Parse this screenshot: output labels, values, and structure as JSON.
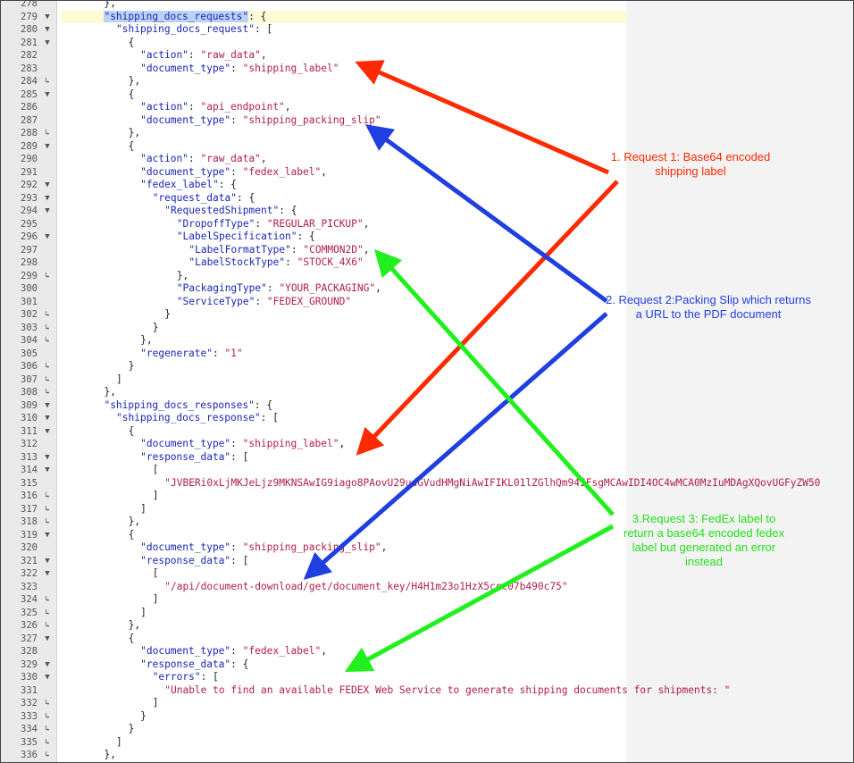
{
  "editor": {
    "active_line": 279,
    "highlighted_key": "shipping_docs_requests",
    "lines": [
      {
        "n": "278",
        "f": "",
        "indent": 7,
        "seg": [
          {
            "t": "p",
            "v": "},"
          }
        ]
      },
      {
        "n": "279",
        "f": "▼",
        "indent": 7,
        "seg": [
          {
            "t": "k",
            "v": "\"shipping_docs_requests\"",
            "sel": true
          },
          {
            "t": "p",
            "v": ": {"
          }
        ]
      },
      {
        "n": "280",
        "f": "▼",
        "indent": 9,
        "seg": [
          {
            "t": "k",
            "v": "\"shipping_docs_request\""
          },
          {
            "t": "p",
            "v": ": ["
          }
        ]
      },
      {
        "n": "281",
        "f": "▼",
        "indent": 11,
        "seg": [
          {
            "t": "p",
            "v": "{"
          }
        ]
      },
      {
        "n": "282",
        "f": "",
        "indent": 13,
        "seg": [
          {
            "t": "k",
            "v": "\"action\""
          },
          {
            "t": "p",
            "v": ": "
          },
          {
            "t": "s",
            "v": "\"raw_data\""
          },
          {
            "t": "p",
            "v": ","
          }
        ]
      },
      {
        "n": "283",
        "f": "",
        "indent": 13,
        "seg": [
          {
            "t": "k",
            "v": "\"document_type\""
          },
          {
            "t": "p",
            "v": ": "
          },
          {
            "t": "s",
            "v": "\"shipping_label\""
          }
        ]
      },
      {
        "n": "284",
        "f": "↳",
        "indent": 11,
        "seg": [
          {
            "t": "p",
            "v": "},"
          }
        ]
      },
      {
        "n": "285",
        "f": "▼",
        "indent": 11,
        "seg": [
          {
            "t": "p",
            "v": "{"
          }
        ]
      },
      {
        "n": "286",
        "f": "",
        "indent": 13,
        "seg": [
          {
            "t": "k",
            "v": "\"action\""
          },
          {
            "t": "p",
            "v": ": "
          },
          {
            "t": "s",
            "v": "\"api_endpoint\""
          },
          {
            "t": "p",
            "v": ","
          }
        ]
      },
      {
        "n": "287",
        "f": "",
        "indent": 13,
        "seg": [
          {
            "t": "k",
            "v": "\"document_type\""
          },
          {
            "t": "p",
            "v": ": "
          },
          {
            "t": "s",
            "v": "\"shipping_packing_slip\""
          }
        ]
      },
      {
        "n": "288",
        "f": "↳",
        "indent": 11,
        "seg": [
          {
            "t": "p",
            "v": "},"
          }
        ]
      },
      {
        "n": "289",
        "f": "▼",
        "indent": 11,
        "seg": [
          {
            "t": "p",
            "v": "{"
          }
        ]
      },
      {
        "n": "290",
        "f": "",
        "indent": 13,
        "seg": [
          {
            "t": "k",
            "v": "\"action\""
          },
          {
            "t": "p",
            "v": ": "
          },
          {
            "t": "s",
            "v": "\"raw_data\""
          },
          {
            "t": "p",
            "v": ","
          }
        ]
      },
      {
        "n": "291",
        "f": "",
        "indent": 13,
        "seg": [
          {
            "t": "k",
            "v": "\"document_type\""
          },
          {
            "t": "p",
            "v": ": "
          },
          {
            "t": "s",
            "v": "\"fedex_label\""
          },
          {
            "t": "p",
            "v": ","
          }
        ]
      },
      {
        "n": "292",
        "f": "▼",
        "indent": 13,
        "seg": [
          {
            "t": "k",
            "v": "\"fedex_label\""
          },
          {
            "t": "p",
            "v": ": {"
          }
        ]
      },
      {
        "n": "293",
        "f": "▼",
        "indent": 15,
        "seg": [
          {
            "t": "k",
            "v": "\"request_data\""
          },
          {
            "t": "p",
            "v": ": {"
          }
        ]
      },
      {
        "n": "294",
        "f": "▼",
        "indent": 17,
        "seg": [
          {
            "t": "k",
            "v": "\"RequestedShipment\""
          },
          {
            "t": "p",
            "v": ": {"
          }
        ]
      },
      {
        "n": "295",
        "f": "",
        "indent": 19,
        "seg": [
          {
            "t": "k",
            "v": "\"DropoffType\""
          },
          {
            "t": "p",
            "v": ": "
          },
          {
            "t": "s",
            "v": "\"REGULAR_PICKUP\""
          },
          {
            "t": "p",
            "v": ","
          }
        ]
      },
      {
        "n": "296",
        "f": "▼",
        "indent": 19,
        "seg": [
          {
            "t": "k",
            "v": "\"LabelSpecification\""
          },
          {
            "t": "p",
            "v": ": {"
          }
        ]
      },
      {
        "n": "297",
        "f": "",
        "indent": 21,
        "seg": [
          {
            "t": "k",
            "v": "\"LabelFormatType\""
          },
          {
            "t": "p",
            "v": ": "
          },
          {
            "t": "s",
            "v": "\"COMMON2D\""
          },
          {
            "t": "p",
            "v": ","
          }
        ]
      },
      {
        "n": "298",
        "f": "",
        "indent": 21,
        "seg": [
          {
            "t": "k",
            "v": "\"LabelStockType\""
          },
          {
            "t": "p",
            "v": ": "
          },
          {
            "t": "s",
            "v": "\"STOCK_4X6\""
          }
        ]
      },
      {
        "n": "299",
        "f": "↳",
        "indent": 19,
        "seg": [
          {
            "t": "p",
            "v": "},"
          }
        ]
      },
      {
        "n": "300",
        "f": "",
        "indent": 19,
        "seg": [
          {
            "t": "k",
            "v": "\"PackagingType\""
          },
          {
            "t": "p",
            "v": ": "
          },
          {
            "t": "s",
            "v": "\"YOUR_PACKAGING\""
          },
          {
            "t": "p",
            "v": ","
          }
        ]
      },
      {
        "n": "301",
        "f": "",
        "indent": 19,
        "seg": [
          {
            "t": "k",
            "v": "\"ServiceType\""
          },
          {
            "t": "p",
            "v": ": "
          },
          {
            "t": "s",
            "v": "\"FEDEX_GROUND\""
          }
        ]
      },
      {
        "n": "302",
        "f": "↳",
        "indent": 17,
        "seg": [
          {
            "t": "p",
            "v": "}"
          }
        ]
      },
      {
        "n": "303",
        "f": "↳",
        "indent": 15,
        "seg": [
          {
            "t": "p",
            "v": "}"
          }
        ]
      },
      {
        "n": "304",
        "f": "↳",
        "indent": 13,
        "seg": [
          {
            "t": "p",
            "v": "},"
          }
        ]
      },
      {
        "n": "305",
        "f": "",
        "indent": 13,
        "seg": [
          {
            "t": "k",
            "v": "\"regenerate\""
          },
          {
            "t": "p",
            "v": ": "
          },
          {
            "t": "s",
            "v": "\"1\""
          }
        ]
      },
      {
        "n": "306",
        "f": "↳",
        "indent": 11,
        "seg": [
          {
            "t": "p",
            "v": "}"
          }
        ]
      },
      {
        "n": "307",
        "f": "↳",
        "indent": 9,
        "seg": [
          {
            "t": "p",
            "v": "]"
          }
        ]
      },
      {
        "n": "308",
        "f": "↳",
        "indent": 7,
        "seg": [
          {
            "t": "p",
            "v": "},"
          }
        ]
      },
      {
        "n": "309",
        "f": "▼",
        "indent": 7,
        "seg": [
          {
            "t": "k",
            "v": "\"shipping_docs_responses\""
          },
          {
            "t": "p",
            "v": ": {"
          }
        ]
      },
      {
        "n": "310",
        "f": "▼",
        "indent": 9,
        "seg": [
          {
            "t": "k",
            "v": "\"shipping_docs_response\""
          },
          {
            "t": "p",
            "v": ": ["
          }
        ]
      },
      {
        "n": "311",
        "f": "▼",
        "indent": 11,
        "seg": [
          {
            "t": "p",
            "v": "{"
          }
        ]
      },
      {
        "n": "312",
        "f": "",
        "indent": 13,
        "seg": [
          {
            "t": "k",
            "v": "\"document_type\""
          },
          {
            "t": "p",
            "v": ": "
          },
          {
            "t": "s",
            "v": "\"shipping_label\""
          },
          {
            "t": "p",
            "v": ","
          }
        ]
      },
      {
        "n": "313",
        "f": "▼",
        "indent": 13,
        "seg": [
          {
            "t": "k",
            "v": "\"response_data\""
          },
          {
            "t": "p",
            "v": ": ["
          }
        ]
      },
      {
        "n": "314",
        "f": "▼",
        "indent": 15,
        "seg": [
          {
            "t": "p",
            "v": "["
          }
        ]
      },
      {
        "n": "315",
        "f": "",
        "indent": 17,
        "seg": [
          {
            "t": "s",
            "v": "\"JVBERi0xLjMKJeLjz9MKNSAwIG9iago8PAovU29udGVudHMgNiAwIFIKL01lZGlhQm94IFsgMCAwIDI4OC4wMCA0MzIuMDAgXQovUGFyZW50"
          }
        ]
      },
      {
        "n": "316",
        "f": "↳",
        "indent": 15,
        "seg": [
          {
            "t": "p",
            "v": "]"
          }
        ]
      },
      {
        "n": "317",
        "f": "↳",
        "indent": 13,
        "seg": [
          {
            "t": "p",
            "v": "]"
          }
        ]
      },
      {
        "n": "318",
        "f": "↳",
        "indent": 11,
        "seg": [
          {
            "t": "p",
            "v": "},"
          }
        ]
      },
      {
        "n": "319",
        "f": "▼",
        "indent": 11,
        "seg": [
          {
            "t": "p",
            "v": "{"
          }
        ]
      },
      {
        "n": "320",
        "f": "",
        "indent": 13,
        "seg": [
          {
            "t": "k",
            "v": "\"document_type\""
          },
          {
            "t": "p",
            "v": ": "
          },
          {
            "t": "s",
            "v": "\"shipping_packing_slip\""
          },
          {
            "t": "p",
            "v": ","
          }
        ]
      },
      {
        "n": "321",
        "f": "▼",
        "indent": 13,
        "seg": [
          {
            "t": "k",
            "v": "\"response_data\""
          },
          {
            "t": "p",
            "v": ": ["
          }
        ]
      },
      {
        "n": "322",
        "f": "▼",
        "indent": 15,
        "seg": [
          {
            "t": "p",
            "v": "["
          }
        ]
      },
      {
        "n": "323",
        "f": "",
        "indent": 17,
        "seg": [
          {
            "t": "s",
            "v": "\"/api/document-download/get/document_key/H4H1m23o1HzX5ccc07b490c75\""
          }
        ]
      },
      {
        "n": "324",
        "f": "↳",
        "indent": 15,
        "seg": [
          {
            "t": "p",
            "v": "]"
          }
        ]
      },
      {
        "n": "325",
        "f": "↳",
        "indent": 13,
        "seg": [
          {
            "t": "p",
            "v": "]"
          }
        ]
      },
      {
        "n": "326",
        "f": "↳",
        "indent": 11,
        "seg": [
          {
            "t": "p",
            "v": "},"
          }
        ]
      },
      {
        "n": "327",
        "f": "▼",
        "indent": 11,
        "seg": [
          {
            "t": "p",
            "v": "{"
          }
        ]
      },
      {
        "n": "328",
        "f": "",
        "indent": 13,
        "seg": [
          {
            "t": "k",
            "v": "\"document_type\""
          },
          {
            "t": "p",
            "v": ": "
          },
          {
            "t": "s",
            "v": "\"fedex_label\""
          },
          {
            "t": "p",
            "v": ","
          }
        ]
      },
      {
        "n": "329",
        "f": "▼",
        "indent": 13,
        "seg": [
          {
            "t": "k",
            "v": "\"response_data\""
          },
          {
            "t": "p",
            "v": ": {"
          }
        ]
      },
      {
        "n": "330",
        "f": "▼",
        "indent": 15,
        "seg": [
          {
            "t": "k",
            "v": "\"errors\""
          },
          {
            "t": "p",
            "v": ": ["
          }
        ]
      },
      {
        "n": "331",
        "f": "",
        "indent": 17,
        "seg": [
          {
            "t": "s",
            "v": "\"Unable to find an available FEDEX Web Service to generate shipping documents for shipments: \""
          }
        ]
      },
      {
        "n": "332",
        "f": "↳",
        "indent": 15,
        "seg": [
          {
            "t": "p",
            "v": "]"
          }
        ]
      },
      {
        "n": "333",
        "f": "↳",
        "indent": 13,
        "seg": [
          {
            "t": "p",
            "v": "}"
          }
        ]
      },
      {
        "n": "334",
        "f": "↳",
        "indent": 11,
        "seg": [
          {
            "t": "p",
            "v": "}"
          }
        ]
      },
      {
        "n": "335",
        "f": "↳",
        "indent": 9,
        "seg": [
          {
            "t": "p",
            "v": "]"
          }
        ]
      },
      {
        "n": "336",
        "f": "↳",
        "indent": 7,
        "seg": [
          {
            "t": "p",
            "v": "},"
          }
        ]
      }
    ]
  },
  "annotations": {
    "request1": "1. Request 1: Base64 encoded shipping label",
    "request2": "2. Request 2:Packing Slip which returns a URL to the PDF document",
    "request3": "3.Request 3: FedEx label to return a base64 encoded fedex label but generated an error instead"
  },
  "colors": {
    "request1": "#ff2a00",
    "request2": "#1f3fe0",
    "request3": "#22f01e",
    "keyword": "#1a27b4",
    "string": "#b0204a"
  }
}
